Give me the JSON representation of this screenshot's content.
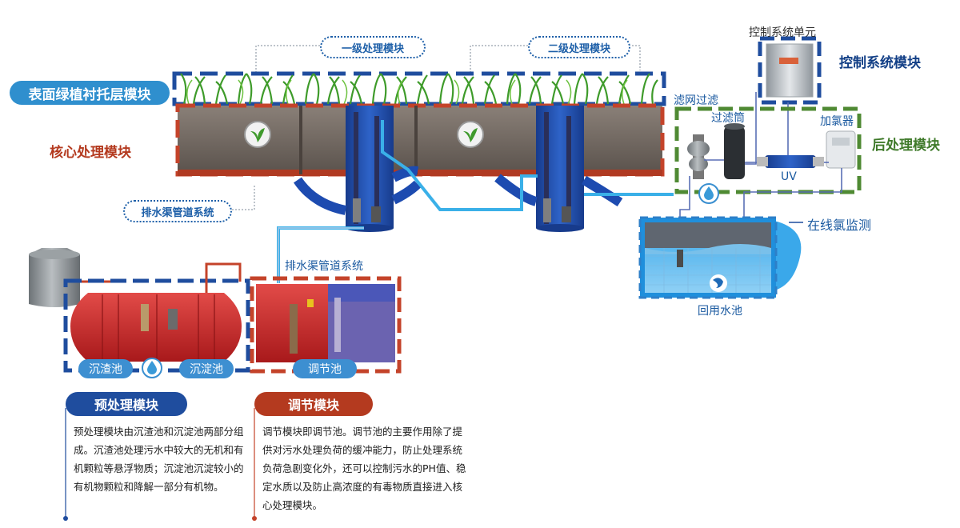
{
  "labels": {
    "surface_layer_module": "表面绿植衬托层模块",
    "core_module": "核心处理模块",
    "drain_system_top": "排水渠管道系统",
    "level1_module": "一级处理模块",
    "level2_module": "二级处理模块",
    "control_unit": "控制系统单元",
    "control_module": "控制系统模块",
    "screen_filter": "滤网过滤",
    "filter_cartridge": "过滤筒",
    "chlorinator": "加氯器",
    "post_module": "后处理模块",
    "uv": "UV",
    "online_chlorine": "在线氯监测",
    "reuse_pool": "回用水池",
    "drain_system_mid": "排水渠管道系统",
    "settling_pool_1": "沉渣池",
    "settling_pool_2": "沉淀池",
    "regulating_pool": "调节池"
  },
  "pretreatment": {
    "title": "预处理模块",
    "text": "预处理模块由沉渣池和沉淀池两部分组成。沉渣池处理污水中较大的无机和有机颗粒等悬浮物质；沉淀池沉淀较小的有机物颗粒和降解一部分有机物。"
  },
  "regulation": {
    "title": "调节模块",
    "text": "调节模块即调节池。调节池的主要作用除了提供对污水处理负荷的缓冲能力，防止处理系统负荷急剧变化外，还可以控制污水的PH值、稳定水质以及防止高浓度的有毒物质直接进入核心处理模块。"
  },
  "colors": {
    "blue_dash": "#1f4d9e",
    "red_dash": "#c4432a",
    "green_dash": "#4f8a33",
    "water_blue": "#2f9be0",
    "pill_blue": "#3d8fd1"
  }
}
